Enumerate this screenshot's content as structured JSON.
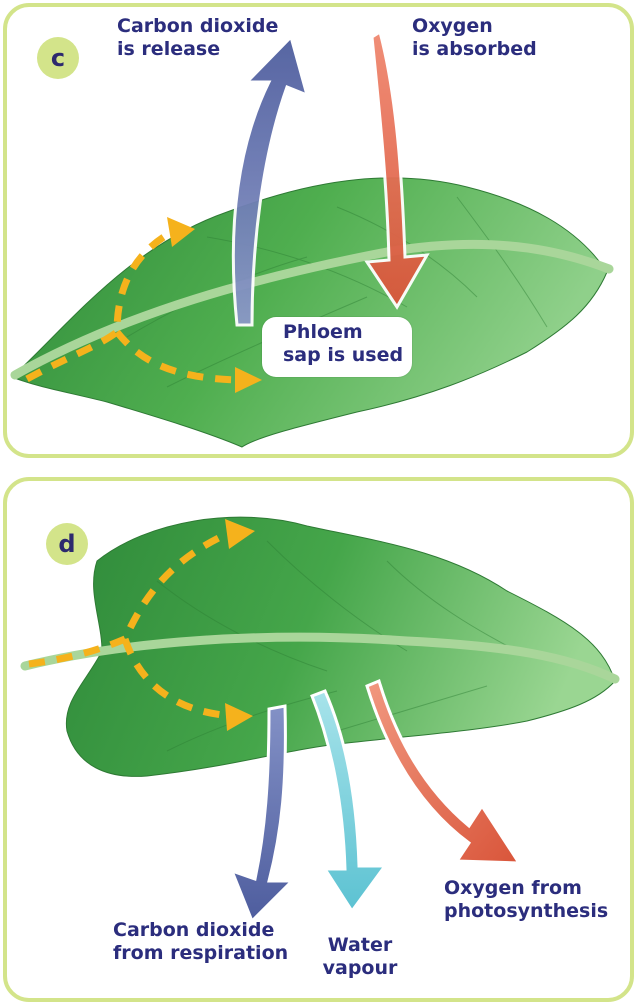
{
  "panel_c": {
    "badge": "c",
    "co2_label": "Carbon dioxide\nis release",
    "oxygen_label": "Oxygen\nis absorbed",
    "phloem_label": "Phloem\nsap is used"
  },
  "panel_d": {
    "badge": "d",
    "co2_label": "Carbon dioxide\nfrom respiration",
    "water_label": "Water\nvapour",
    "oxygen_label": "Oxygen from\nphotosynthesis"
  },
  "colors": {
    "border": "#d3e48a",
    "text": "#2b2d7d",
    "leaf": "#4fae4f",
    "leaf_dark": "#2f8a3a",
    "co2_arrow": "#5b6aa8",
    "oxygen_arrow": "#e0654a",
    "water_arrow": "#6ccad6",
    "sap_arrow": "#f5b21c"
  }
}
